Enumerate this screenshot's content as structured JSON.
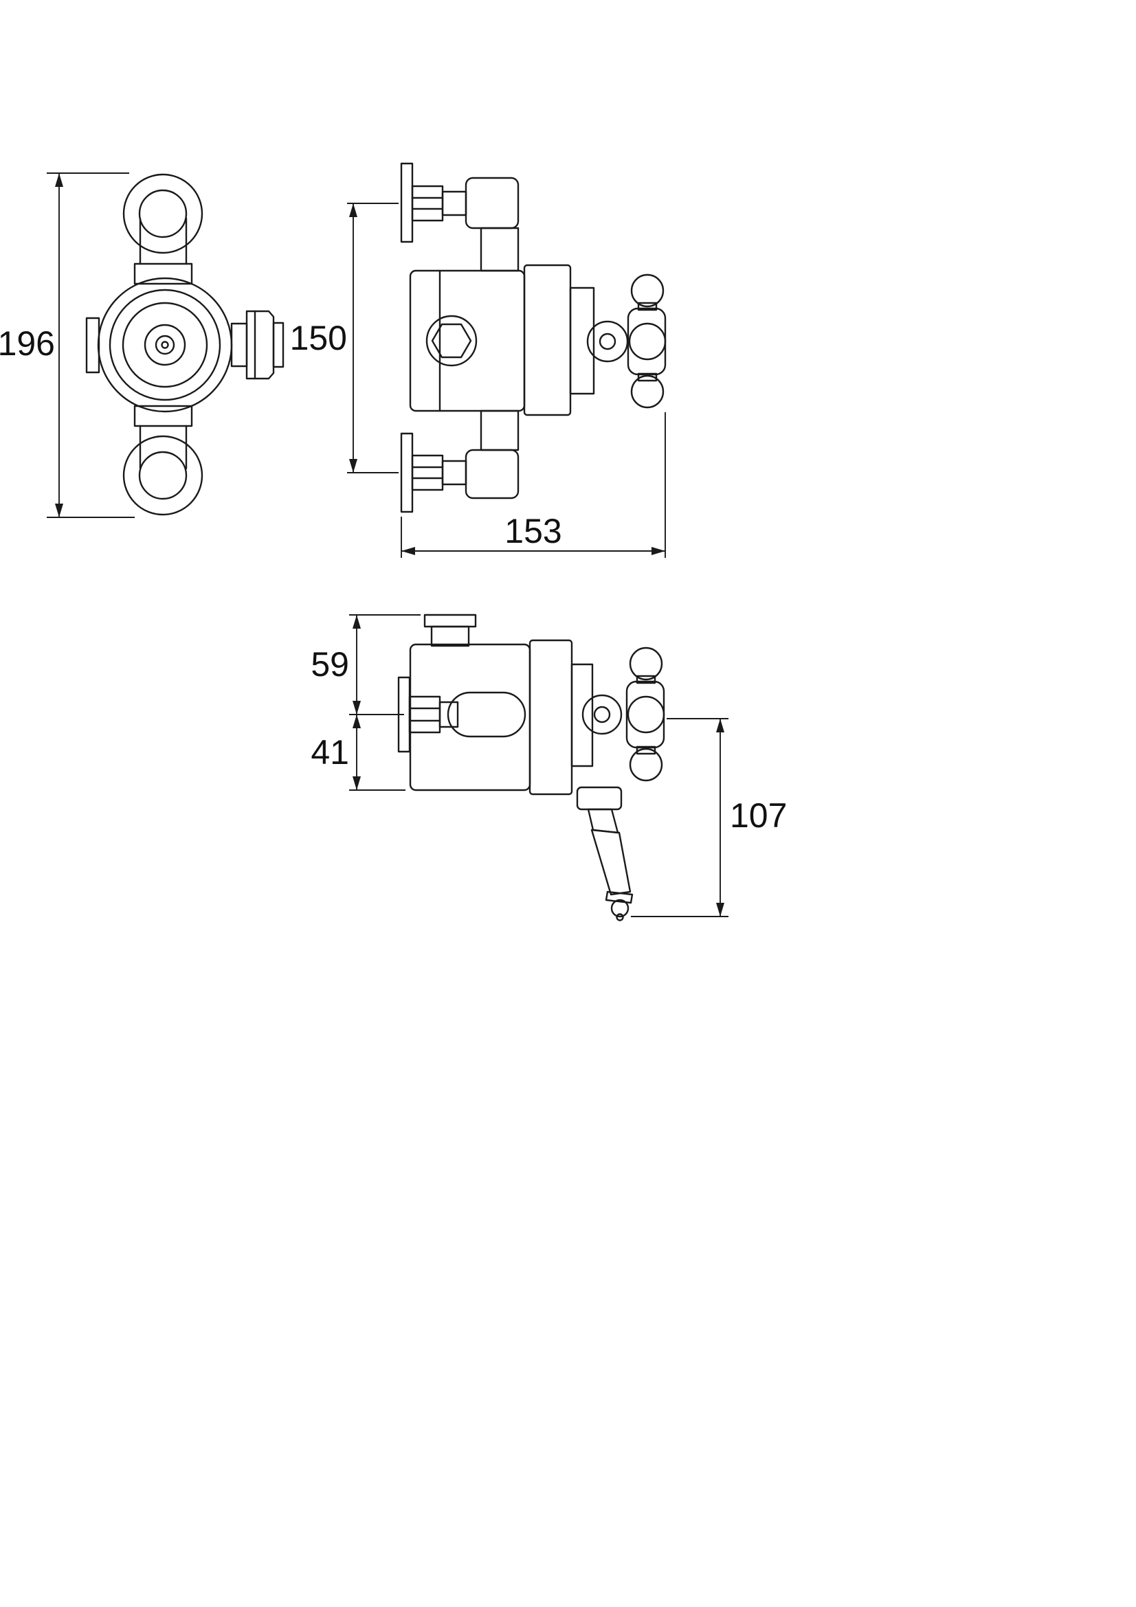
{
  "canvas": {
    "background": "#ffffff",
    "line_color": "#1a1a1a"
  },
  "drawing": {
    "dimensions": {
      "front_height": {
        "value": "196"
      },
      "port_spacing": {
        "value": "150"
      },
      "overall_width": {
        "value": "153"
      },
      "outlet_offset": {
        "value": "59"
      },
      "inlet_offset": {
        "value": "41"
      },
      "lever_drop": {
        "value": "107"
      }
    }
  }
}
